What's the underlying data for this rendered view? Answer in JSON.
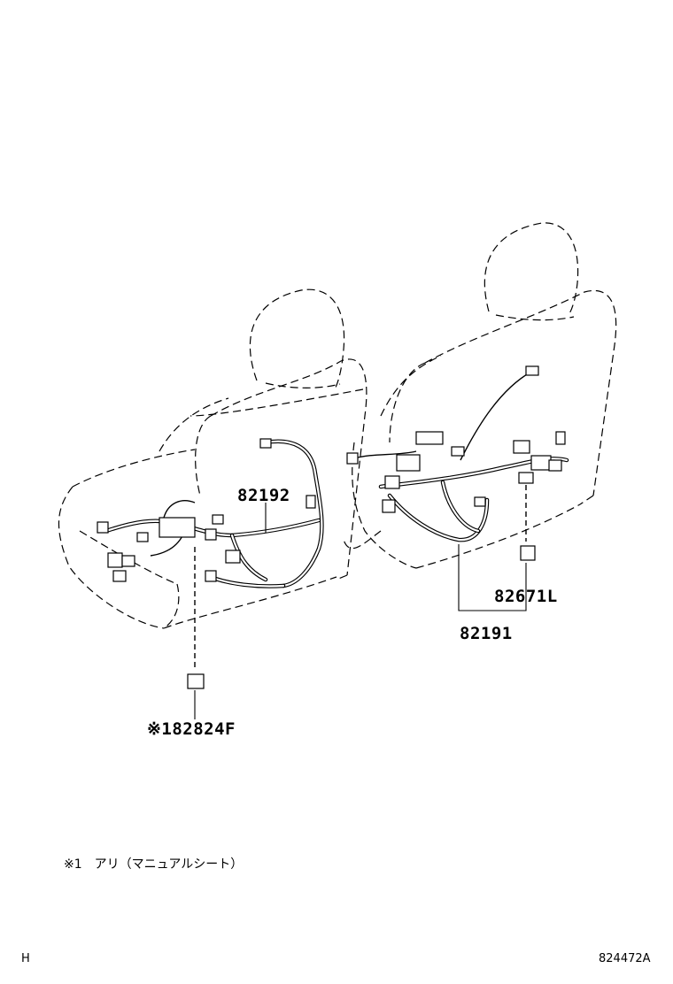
{
  "parts": {
    "left_harness": "82192",
    "right_harness": "82191",
    "connector_right": "82671L",
    "connector_left": "※182824F"
  },
  "footnote": "※1　アリ（マニュアルシート）",
  "corner_left": "H",
  "corner_right": "824472A"
}
